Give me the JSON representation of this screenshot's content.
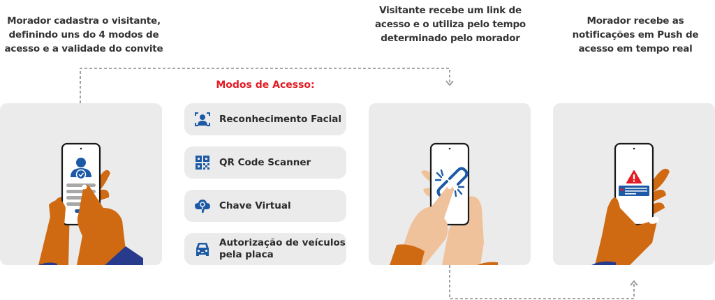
{
  "steps": [
    {
      "caption": "Morador cadastra o visitante, definindo uns do 4 modos de acesso e a validade do convite",
      "illustration": "hands-registering-visitor-on-phone"
    },
    {
      "caption": "Visitante recebe um link de acesso e o utiliza pelo tempo determinado pelo morador",
      "illustration": "hands-tapping-access-link-on-phone"
    },
    {
      "caption": "Morador recebe as notificações em Push de acesso em tempo real",
      "illustration": "hand-holding-phone-with-push-alert"
    }
  ],
  "access_modes": {
    "title": "Modos de Acesso:",
    "items": [
      {
        "label": "Reconhecimento Facial",
        "icon": "face-recognition-icon"
      },
      {
        "label": "QR Code Scanner",
        "icon": "qr-code-icon"
      },
      {
        "label": "Chave Virtual",
        "icon": "cloud-key-icon"
      },
      {
        "label": "Autorização de veículos pela placa",
        "icon": "car-icon"
      }
    ]
  },
  "colors": {
    "accent_red": "#e31b23",
    "icon_blue": "#1c5aa6",
    "card_bg": "#ebebeb",
    "dark_skin": "#d06a12",
    "light_skin": "#efc29c",
    "sleeve_navy": "#273a8c",
    "connector_gray": "#8a8a8a"
  }
}
